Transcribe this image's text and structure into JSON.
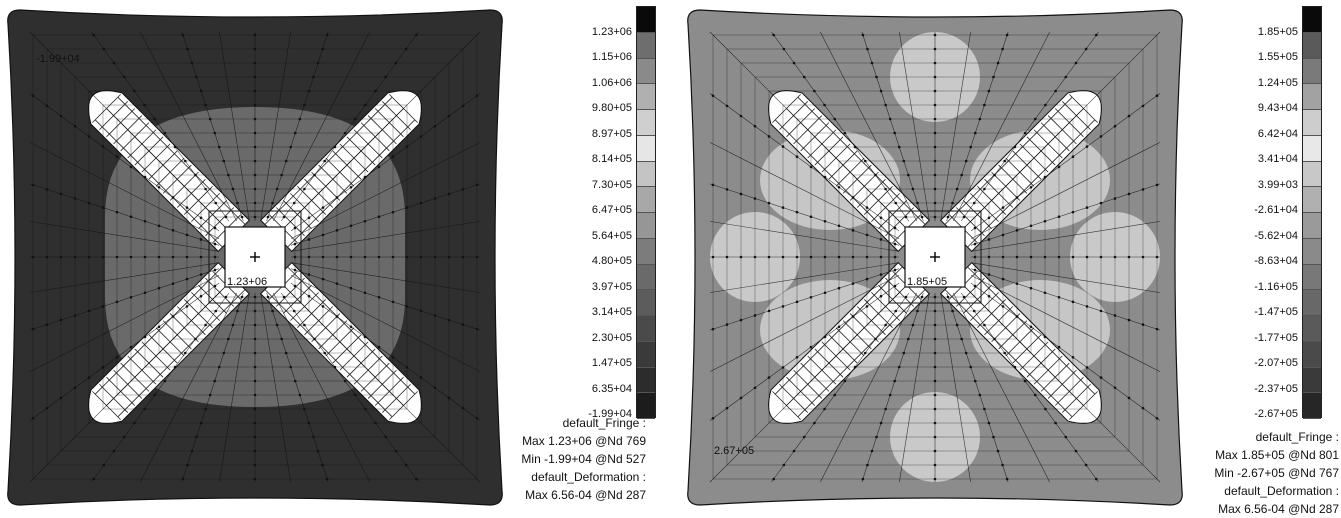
{
  "panels": [
    {
      "legend": [
        "1.23+06",
        "1.15+06",
        "1.06+06",
        "9.80+05",
        "8.97+05",
        "8.14+05",
        "7.30+05",
        "6.47+05",
        "5.64+05",
        "4.80+05",
        "3.97+05",
        "3.14+05",
        "2.30+05",
        "1.47+05",
        "6.35+04",
        "-1.99+04"
      ],
      "swatches": [
        "#0a0a0a",
        "#6e6e6e",
        "#8a8a8a",
        "#b0b0b0",
        "#cfcfcf",
        "#e6e6e6",
        "#c4c4c4",
        "#a8a8a8",
        "#969696",
        "#7c7c7c",
        "#6a6a6a",
        "#5c5c5c",
        "#4a4a4a",
        "#3a3a3a",
        "#2c2c2c",
        "#1c1c1c"
      ],
      "center_label": "1.23+06",
      "corner_label": "-1.99+04",
      "info": {
        "fringe": "default_Fringe :",
        "max": "Max 1.23+06 @Nd 769",
        "min": "Min -1.99+04 @Nd 527",
        "deformation": "default_Deformation :",
        "def_max": "Max 6.56-04 @Nd 287"
      }
    },
    {
      "legend": [
        "1.85+05",
        "1.55+05",
        "1.24+05",
        "9.43+04",
        "6.42+04",
        "3.41+04",
        "3.99+03",
        "-2.61+04",
        "-5.62+04",
        "-8.63+04",
        "-1.16+05",
        "-1.47+05",
        "-1.77+05",
        "-2.07+05",
        "-2.37+05",
        "-2.67+05"
      ],
      "swatches": [
        "#0a0a0a",
        "#5a5a5a",
        "#7a7a7a",
        "#a2a2a2",
        "#cdcdcd",
        "#e8e8e8",
        "#c8c8c8",
        "#b0b0b0",
        "#9a9a9a",
        "#8a8a8a",
        "#787878",
        "#686868",
        "#5a5a5a",
        "#4a4a4a",
        "#3a3a3a",
        "#262626"
      ],
      "center_label": "1.85+05",
      "corner_label": "2.67+05",
      "info": {
        "fringe": "default_Fringe :",
        "max": "Max 1.85+05 @Nd 801",
        "min": "Min -2.67+05 @Nd 767",
        "deformation": "default_Deformation :",
        "def_max": "Max 6.56-04 @Nd 287"
      }
    }
  ]
}
